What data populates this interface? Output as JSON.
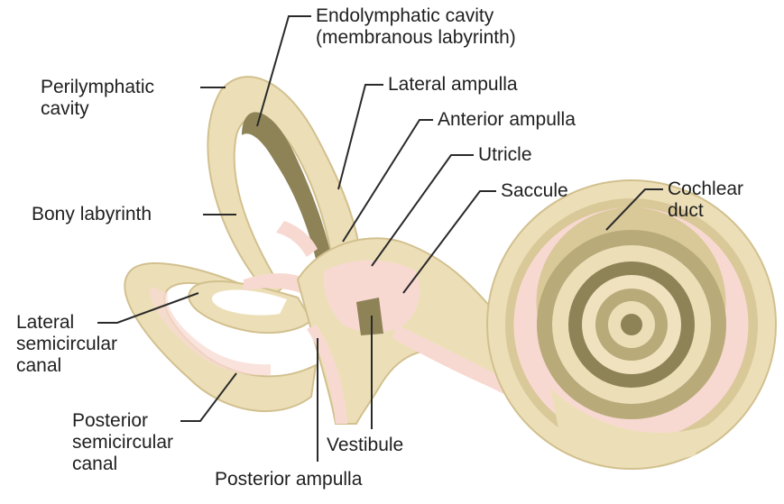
{
  "labels": {
    "endolymphatic": [
      "Endolymphatic cavity",
      "(membranous labyrinth)"
    ],
    "perilymphatic": [
      "Perilymphatic",
      "cavity"
    ],
    "lateral_ampulla": "Lateral ampulla",
    "anterior_ampulla": "Anterior ampulla",
    "utricle": "Utricle",
    "saccule": "Saccule",
    "cochlear_duct": [
      "Cochlear",
      "duct"
    ],
    "bony_labyrinth": "Bony labyrinth",
    "lateral_canal": [
      "Lateral",
      "semicircular",
      "canal"
    ],
    "posterior_canal": [
      "Posterior",
      "semicircular",
      "canal"
    ],
    "vestibule": "Vestibule",
    "posterior_ampulla": "Posterior ampulla"
  },
  "colors": {
    "bone": "#ecdfb8",
    "bone_edge": "#d2c08e",
    "membrane": "#f8d9d2",
    "dark": "#8e8257",
    "mid": "#b9aa7a",
    "line": "#2a2a2a"
  }
}
